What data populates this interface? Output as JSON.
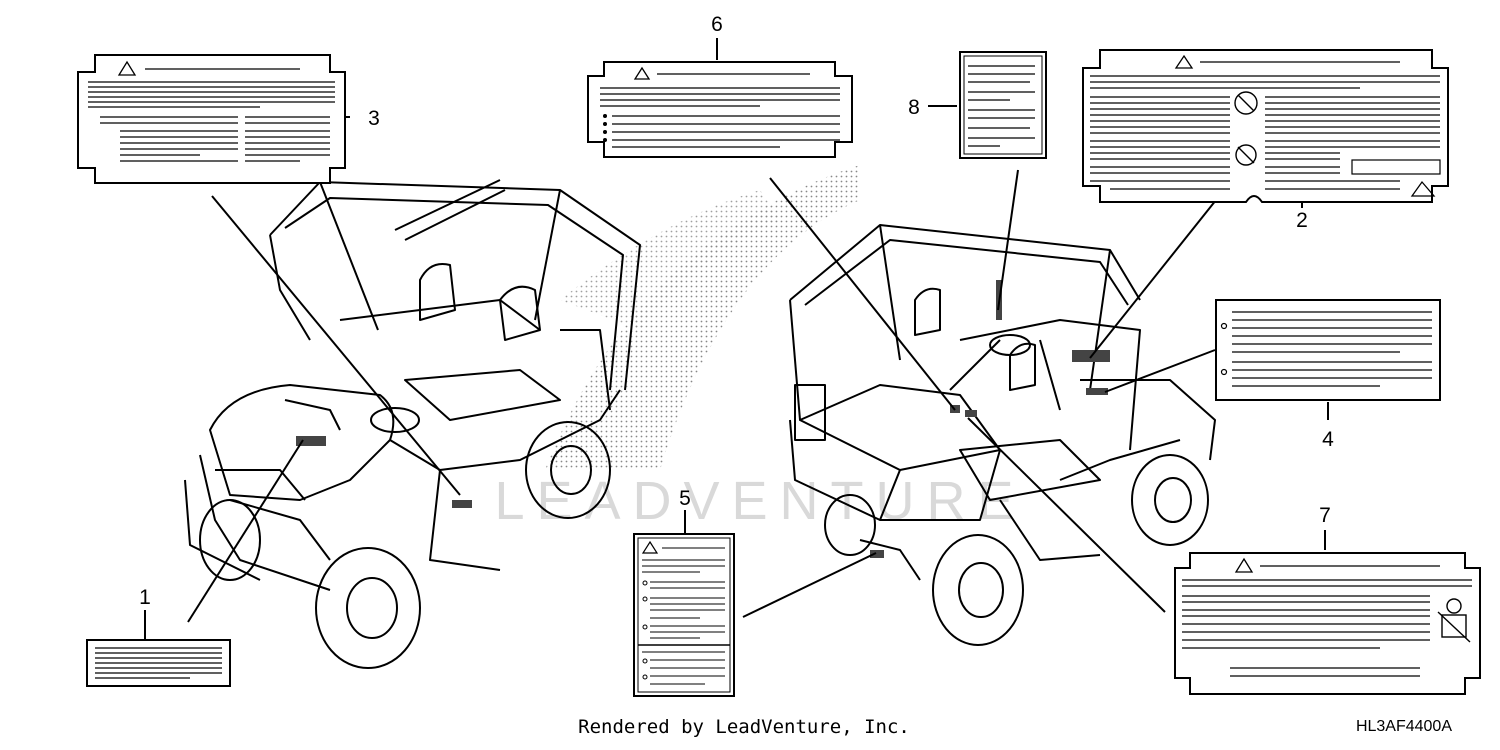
{
  "callouts": [
    "1",
    "2",
    "3",
    "4",
    "5",
    "6",
    "7",
    "8"
  ],
  "credit": "Rendered by LeadVenture, Inc.",
  "diagram_code": "HL3AF4400A",
  "watermark": "LEADVENTURE",
  "icons": [
    "warning-triangle-icon",
    "no-helmet-icon",
    "no-passenger-icon",
    "seatbelt-icon"
  ],
  "colors": {
    "line": "#000000",
    "panel": "#ffffff",
    "halftone": "#888888"
  }
}
